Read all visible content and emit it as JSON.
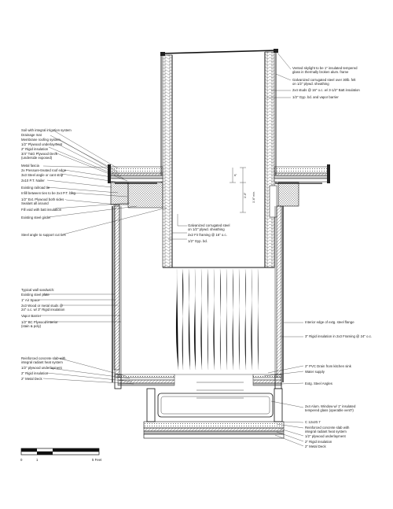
{
  "labels_left": [
    {
      "id": "l0",
      "text": "Soil with integral irrigation system"
    },
    {
      "id": "l1",
      "text": "Drainage mat"
    },
    {
      "id": "l2",
      "text": "Membrane roofing system"
    },
    {
      "id": "l3",
      "text": "1/2\" Plywood underlayment"
    },
    {
      "id": "l4",
      "text": "2\" Rigid insulation"
    },
    {
      "id": "l5",
      "text": "3/4\" T&G Plywood Deck"
    },
    {
      "id": "l6",
      "text": "(underside exposed)"
    },
    {
      "id": "l7",
      "text": "Metal fascia"
    },
    {
      "id": "l8",
      "text": "2x Pressure-treated roof edge"
    },
    {
      "id": "l9",
      "text": "3x3 Steel angle or cant strip"
    },
    {
      "id": "l10",
      "text": "2x10 P.T. Nailer"
    },
    {
      "id": "l11",
      "text": "Existing railroad tie"
    },
    {
      "id": "l12",
      "text": "Infill between ties to be 2x4 P.T. blkg"
    },
    {
      "id": "l13",
      "text": "1/2\" Ext. Plywood both sides -"
    },
    {
      "id": "l14",
      "text": "Sealant all around"
    },
    {
      "id": "l15",
      "text": "Fill void with batt insulation"
    },
    {
      "id": "l16",
      "text": "Existing steel girder"
    },
    {
      "id": "l17",
      "text": "Steel angle to support cut ties"
    },
    {
      "id": "l18",
      "text": "Typical wall sandwich:"
    },
    {
      "id": "l19",
      "text": "Existing steel plate"
    },
    {
      "id": "l20",
      "text": "1\" Air Space"
    },
    {
      "id": "l21",
      "text": "2x3 Wood or metal studs @"
    },
    {
      "id": "l22",
      "text": "24\" o.c. w/ 3\" Rigid insulation"
    },
    {
      "id": "l23",
      "text": "Vapor Barrier"
    },
    {
      "id": "l24",
      "text": "1/2\" BC Plywood interior"
    },
    {
      "id": "l25",
      "text": "(stain & poly)"
    },
    {
      "id": "l26",
      "text": "Reinforced concrete slab with"
    },
    {
      "id": "l27",
      "text": "integral radiant heat system"
    },
    {
      "id": "l28",
      "text": "1/2\" plywood underlayment"
    },
    {
      "id": "l29",
      "text": "2\" Rigid insulation"
    },
    {
      "id": "l30",
      "text": "2\" Metal Deck"
    }
  ],
  "labels_center": [
    {
      "id": "c0",
      "text": "Galvanized corrugated steel"
    },
    {
      "id": "c1",
      "text": "on 1/2\" plywd. sheathing"
    },
    {
      "id": "c2",
      "text": "2x2 Fir framing @ 16\" o.c."
    },
    {
      "id": "c3",
      "text": "1/2\" Gyp. bd."
    }
  ],
  "labels_right": [
    {
      "id": "r0",
      "text": "Vented skylight to be 1\" insulated tempered"
    },
    {
      "id": "r1",
      "text": "glass in thermally broken alum. frame"
    },
    {
      "id": "r2",
      "text": "Galvanized corrugated steel over 30lb. felt"
    },
    {
      "id": "r3",
      "text": "on 1/2\" plywd. sheathing"
    },
    {
      "id": "r4",
      "text": "2x4 studs @ 16\" o.c. w/ 3-1/2\" Batt insulation"
    },
    {
      "id": "r5",
      "text": "1/2\" Gyp. bd. and vapor barrier"
    },
    {
      "id": "r6",
      "text": "Interior edge of extg. steel flange"
    },
    {
      "id": "r7",
      "text": "3\" Rigid insulation in 2x3 Framing @ 24\" o.c."
    },
    {
      "id": "r8",
      "text": "2\" PVC Drain from kitchen sink"
    },
    {
      "id": "r9",
      "text": "Water supply"
    },
    {
      "id": "r10",
      "text": "Extg. Steel Angles"
    },
    {
      "id": "r11",
      "text": "2x4 Alum. Window w/ 1\" insulated"
    },
    {
      "id": "r12",
      "text": "tempered glass (operable vent?)"
    },
    {
      "id": "r13",
      "text": "C 12x20.7"
    },
    {
      "id": "r14",
      "text": "Reinforced concrete slab with"
    },
    {
      "id": "r15",
      "text": "integral radiant heat system"
    },
    {
      "id": "r16",
      "text": "1/2\" plywood underlayment"
    },
    {
      "id": "r17",
      "text": "2\" Rigid insulation"
    },
    {
      "id": "r18",
      "text": "2\" Metal Deck"
    }
  ],
  "dimensions": {
    "d0": "6\"",
    "d1": "1'-0\"",
    "d2": "1'-6\" min."
  },
  "scale_bar": {
    "t0": "0",
    "t1": "1",
    "t5": "5 Feet"
  }
}
